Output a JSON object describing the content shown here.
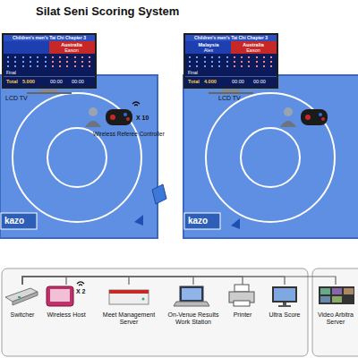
{
  "diagram": {
    "title": "Silat Seni Scoring System",
    "nodes": [
      {
        "text": [
          "Children's men's Tai Chi Chapter 3",
          "Australia",
          "Eason",
          "Final",
          "Total",
          "5.000",
          "00:00",
          "00:00"
        ]
      },
      {
        "text": [
          "Children's men's Tai Chi Chapter 3",
          "Malaysia",
          "Alex",
          "Australia",
          "Eason",
          "Final",
          "Total",
          "4.000",
          "00:00",
          "00:00"
        ]
      },
      {
        "text": [
          "Switcher"
        ]
      },
      {
        "text": [
          "Wireless Host"
        ]
      },
      {
        "text": [
          "Meet Management Server"
        ]
      },
      {
        "text": [
          "On-Venue Results Work Station"
        ]
      },
      {
        "text": [
          "Printer"
        ]
      },
      {
        "text": [
          "Ultra Score"
        ]
      },
      {
        "text": [
          "Video Arbitra Server"
        ]
      }
    ],
    "edges": [
      {
        "from": 2,
        "to": 3,
        "arrow": "none"
      },
      {
        "from": 2,
        "to": 4,
        "arrow": "none"
      },
      {
        "from": 2,
        "to": 5,
        "arrow": "none"
      },
      {
        "from": 2,
        "to": 6,
        "arrow": "none"
      },
      {
        "from": 2,
        "to": 7,
        "arrow": "none"
      },
      {
        "from": 2,
        "to": 8,
        "arrow": "none"
      }
    ],
    "labels": [
      "LCD TV",
      "Wireless Referee Controller",
      "X 10",
      "kazo",
      "LCD TV",
      "kazo",
      "X 2"
    ]
  }
}
